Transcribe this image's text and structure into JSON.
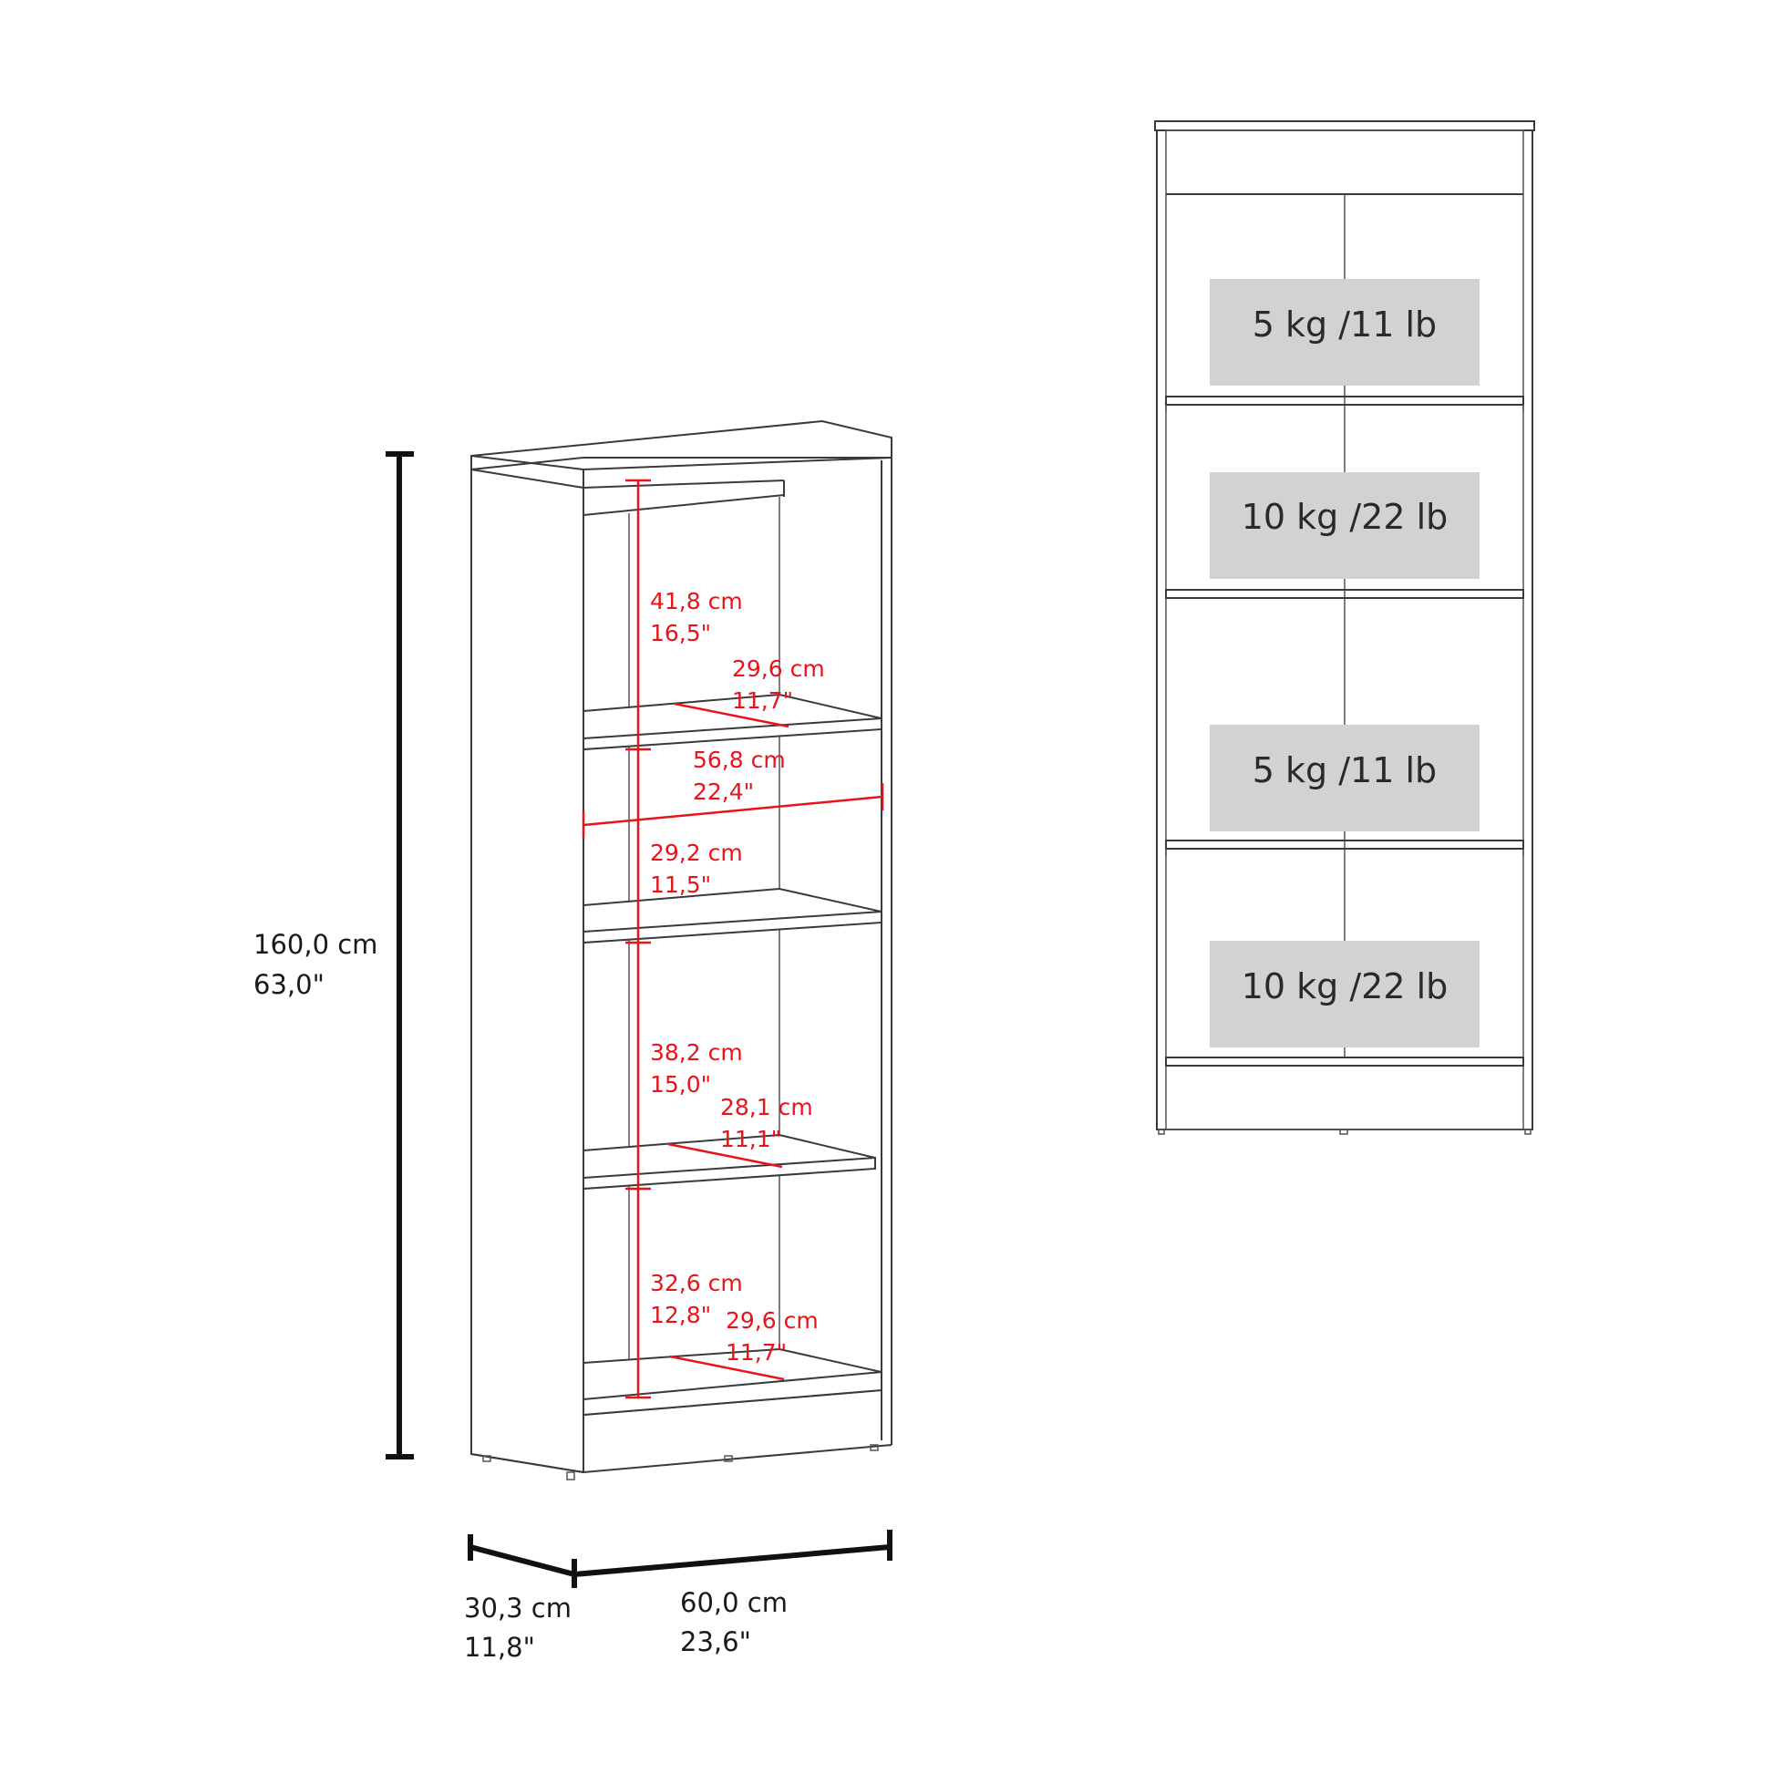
{
  "overall": {
    "height": {
      "cm": "160,0 cm",
      "in": "63,0\""
    },
    "depth": {
      "cm": "30,3 cm",
      "in": "11,8\""
    },
    "width": {
      "cm": "60,0 cm",
      "in": "23,6\""
    }
  },
  "interior": {
    "top_compartment_height": {
      "cm": "41,8 cm",
      "in": "16,5\""
    },
    "shelf1_depth": {
      "cm": "29,6 cm",
      "in": "11,7\""
    },
    "inner_width": {
      "cm": "56,8 cm",
      "in": "22,4\""
    },
    "second_compartment_height": {
      "cm": "29,2 cm",
      "in": "11,5\""
    },
    "third_compartment_height": {
      "cm": "38,2 cm",
      "in": "15,0\""
    },
    "shelf3_depth": {
      "cm": "28,1 cm",
      "in": "11,1\""
    },
    "bottom_compartment_height": {
      "cm": "32,6 cm",
      "in": "12,8\""
    },
    "bottom_depth": {
      "cm": "29,6 cm",
      "in": "11,7\""
    }
  },
  "load_capacity": [
    {
      "label": "5 kg /11 lb"
    },
    {
      "label": "10 kg /22 lb"
    },
    {
      "label": "5 kg /11 lb"
    },
    {
      "label": "10 kg /22 lb"
    }
  ],
  "colors": {
    "dimension_red": "#e8141b",
    "label_box_gray": "#d2d2d2",
    "outline": "#3a3a3a"
  }
}
